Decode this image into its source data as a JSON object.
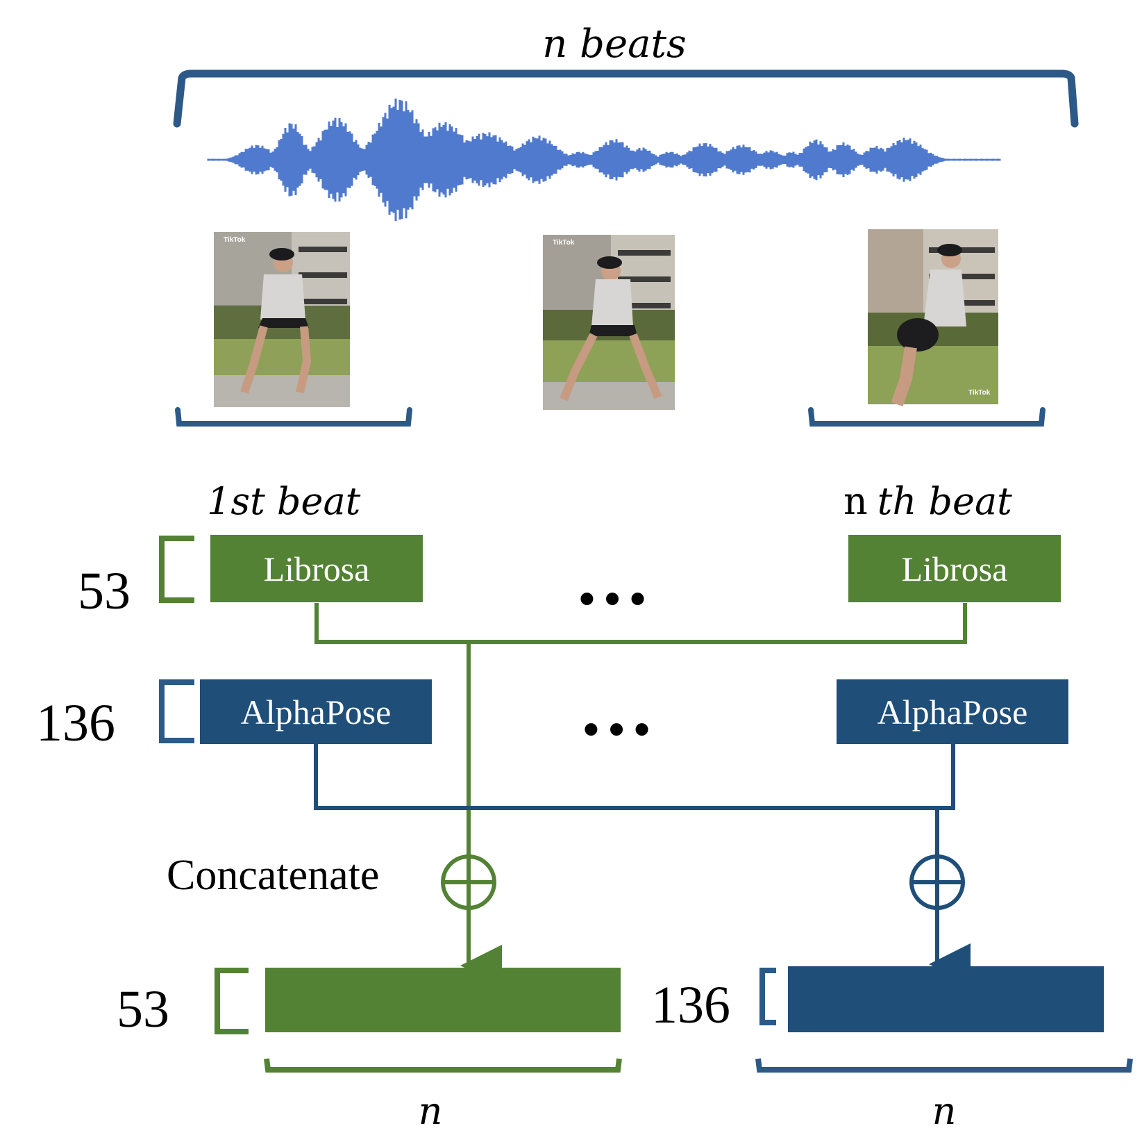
{
  "top_label": "n beats",
  "first_beat_label": "1st beat",
  "nth_beat_prefix": "n",
  "nth_beat_suffix": "th beat",
  "audio_dim": "53",
  "pose_dim": "136",
  "out_audio_dim": "53",
  "out_pose_dim": "136",
  "librosa_label": "Librosa",
  "alphapose_label": "AlphaPose",
  "ellipsis": "•••",
  "concat_label": "Concatenate",
  "n_label": "n",
  "frame_watermark": "TikTok",
  "colors": {
    "green": "#548235",
    "blue": "#1f4e79",
    "wave": "#4f7acd"
  }
}
